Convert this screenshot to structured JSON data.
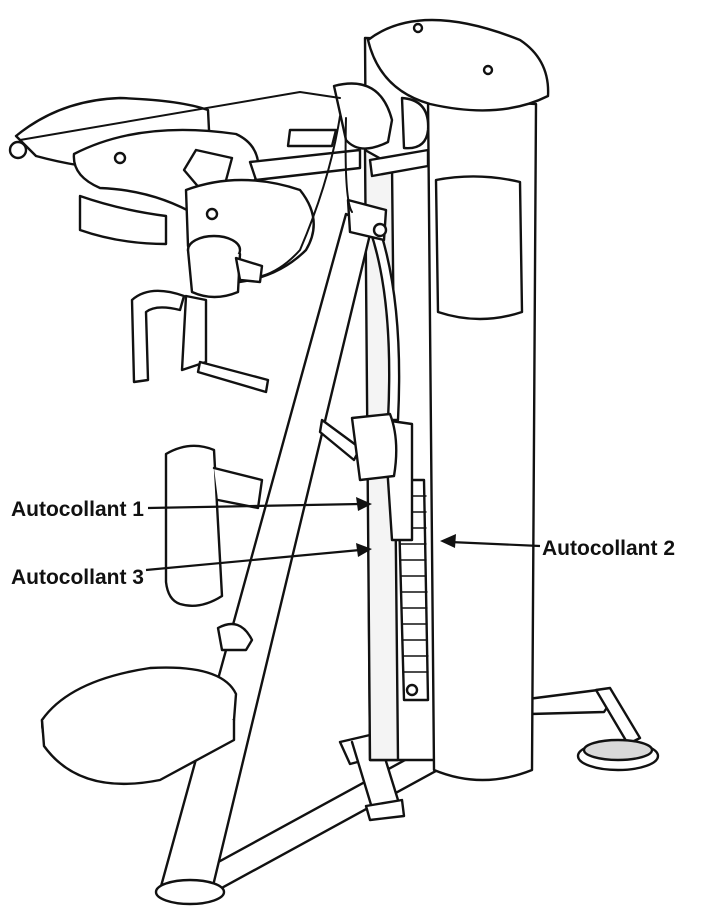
{
  "labels": {
    "sticker_1": "Autocollant 1",
    "sticker_2": "Autocollant 2",
    "sticker_3": "Autocollant 3"
  },
  "colors": {
    "stroke": "#111111",
    "fill": "#ffffff",
    "shade": "#d9d9d9"
  }
}
